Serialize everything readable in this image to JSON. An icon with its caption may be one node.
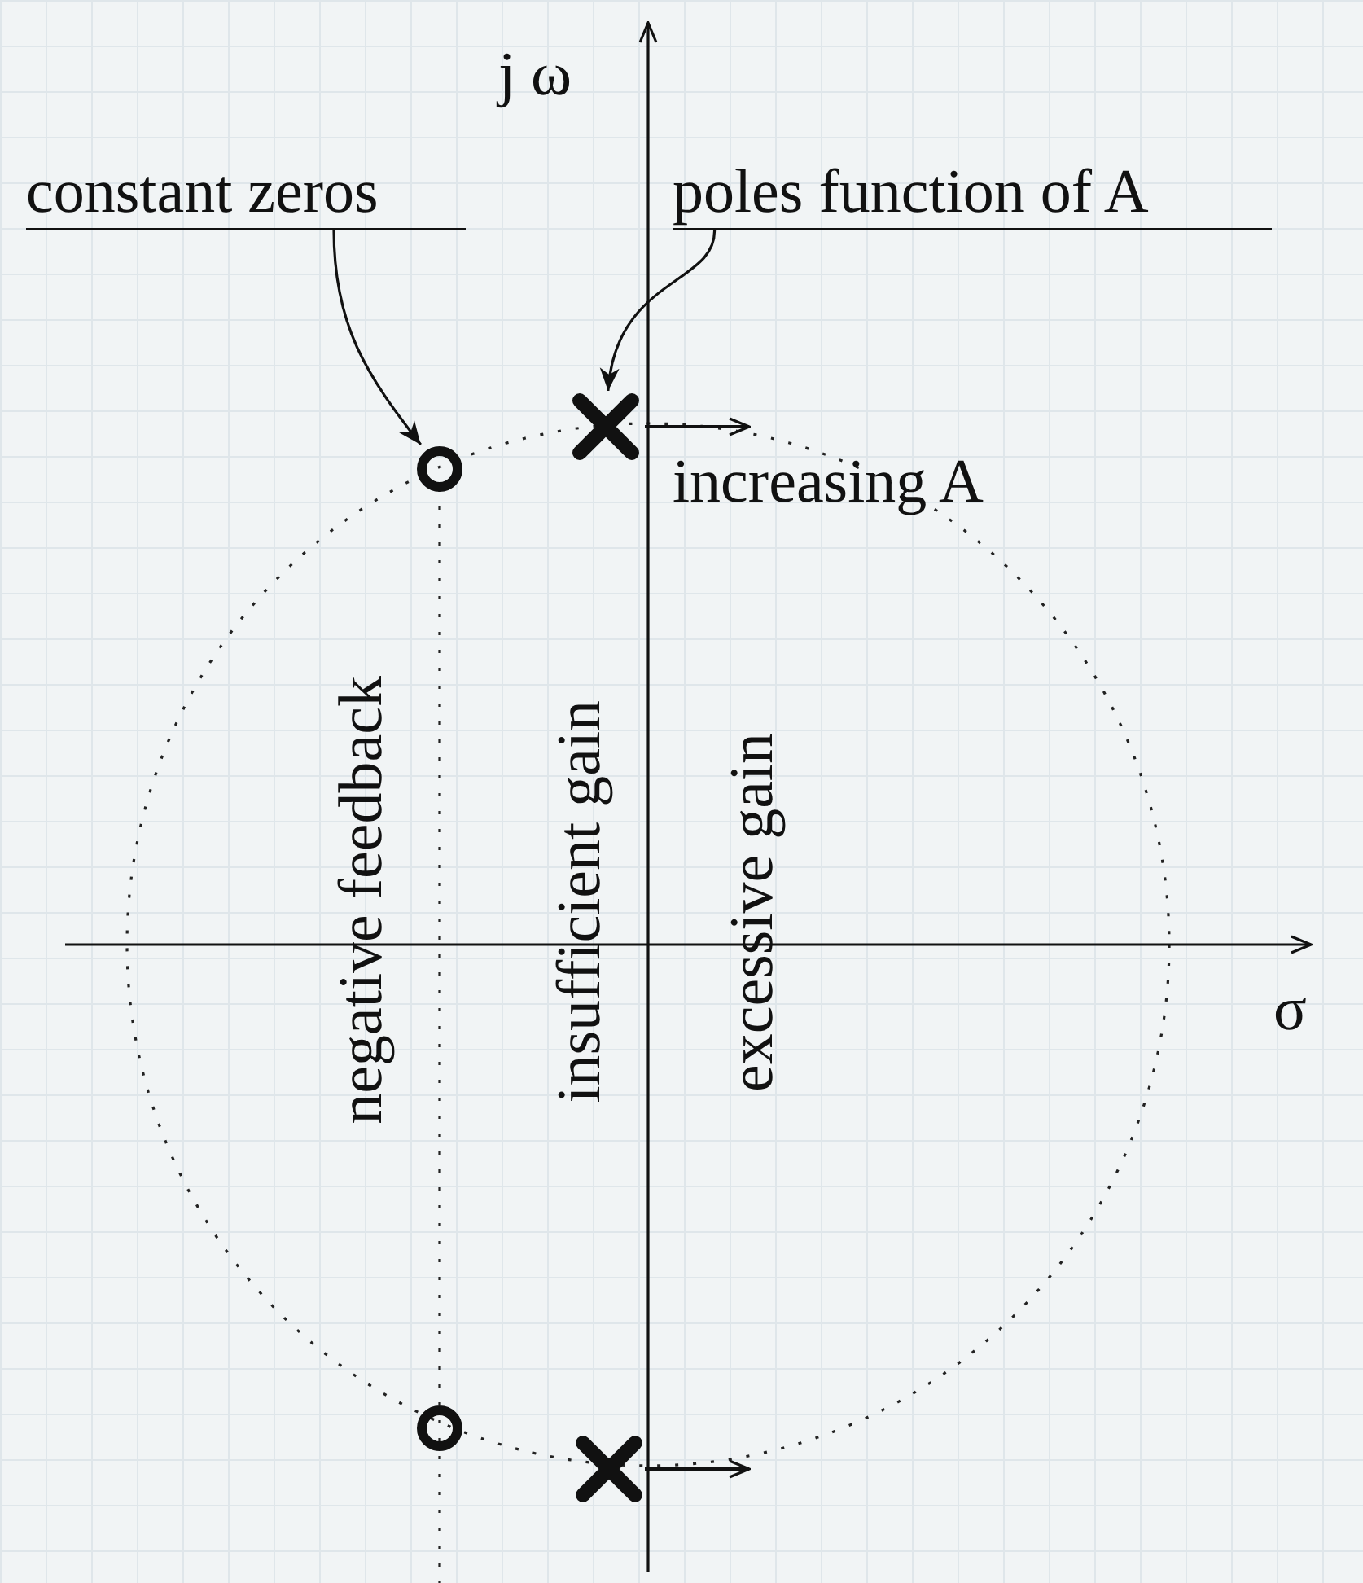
{
  "diagram": {
    "nodes": [
      {
        "text": [
          "constant zeros"
        ]
      },
      {
        "text": [
          "poles function of A"
        ]
      },
      {
        "text": [],
        "shape": "circle"
      },
      {
        "text": [],
        "shape": "cross"
      },
      {
        "text": [],
        "shape": "circle"
      },
      {
        "text": [],
        "shape": "cross"
      }
    ],
    "edges": [
      {
        "from": 0,
        "to": 2,
        "arrow": "to"
      },
      {
        "from": 1,
        "to": 3,
        "arrow": "to"
      }
    ],
    "labels": [
      "j ω",
      "increasing A",
      "negative feedback",
      "insufficient gain",
      "excessive gain",
      "σ"
    ]
  }
}
